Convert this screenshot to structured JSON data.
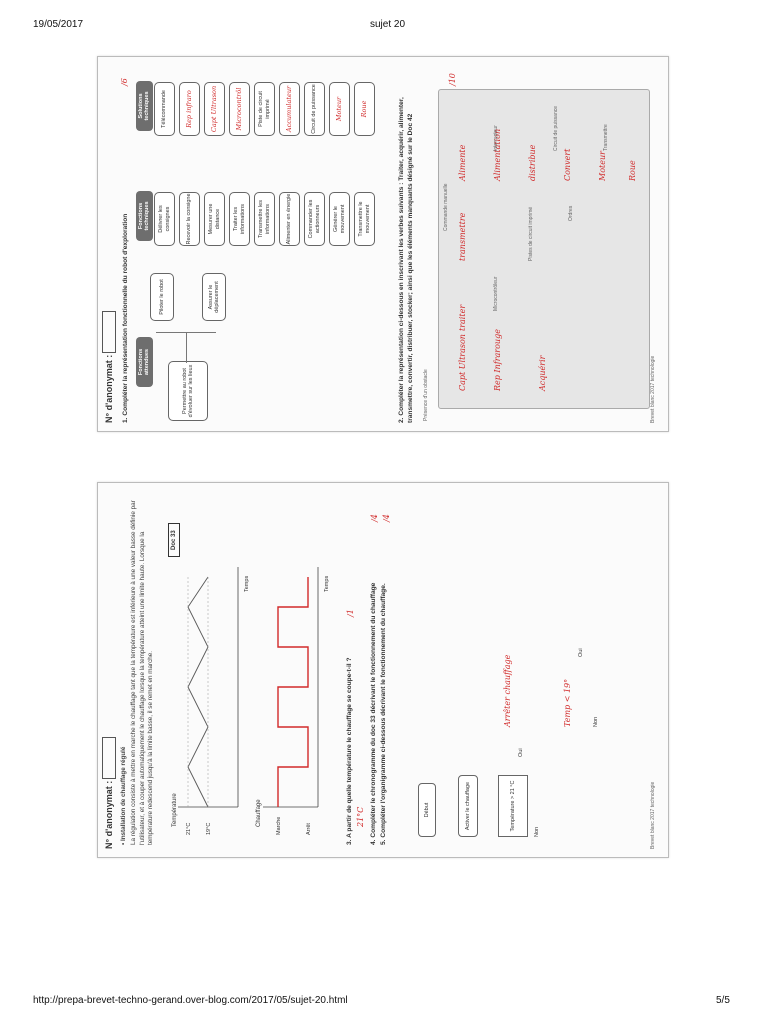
{
  "header": {
    "date": "19/05/2017",
    "title": "sujet 20"
  },
  "footer": {
    "url": "http://prepa-brevet-techno-gerand.over-blog.com/2017/05/sujet-20.html",
    "page": "5/5"
  },
  "page1": {
    "anon_label": "N° d'anonymat :",
    "q1": "1. Compléter la représentation fonctionnelle du robot d'exploration",
    "score1": "/6",
    "tag_fa": "Fonctions attendues",
    "tag_ft": "Fonctions techniques",
    "tag_st": "Solutions techniques",
    "fa_main": "Permettre au robot d'évoluer sur les lieux",
    "ft_a": "Piloter le robot",
    "ft_b": "Assurer le déplacement",
    "ft_rows": [
      "Délivrer les consignes",
      "Recevoir la consigne",
      "Mesurer une distance",
      "Traiter les informations",
      "Transmettre les informations",
      "Alimenter en énergie",
      "Commander les actionneurs",
      "Générer le mouvement",
      "Transmettre le mouvement"
    ],
    "st_rows": [
      "Télécommande",
      "Rep infraro",
      "Capt Ultrason",
      "Microcontrôl",
      "Piste de circuit imprimé",
      "Accumulateur",
      "Circuit de puissance",
      "Moteur",
      "Roue"
    ],
    "q2": "2. Compléter la représentation ci-dessous en inscrivant les verbes suivants : Traiter, acquérir, alimenter, transmettre, convertir, distribuer, stocker; ainsi que les éléments manquants désigné sur le Doc 42",
    "score2": "/10",
    "chain_hw": [
      "Capt Ultrason",
      "traiter",
      "transmettre",
      "Rep Infrarouge",
      "Acquérir",
      "Alimente",
      "Alimentation",
      "distribue",
      "Convert",
      "Moteur",
      "Roue"
    ],
    "chain_labels": [
      "Présence d'un obstacle",
      "Microcontrôleur",
      "Pistes de circuit imprimé",
      "Interrupteur",
      "Circuit de puissance",
      "Commande manuelle",
      "Ordres",
      "Transmettre"
    ],
    "footnote": "Brevet blanc 2017 technologie"
  },
  "page2": {
    "anon_label": "N° d'anonymat :",
    "sec_title": "• Installation de chauffage régulé",
    "sec_text": "La régulation consiste à mettre en marche le chauffage tant que la température est inférieure à une valeur basse définie par l'utilisateur, et à couper automatiquement le chauffage lorsque la température atteint une limite haute. Lorsque la température redescend jusqu'à la limite basse, il se remet en marche.",
    "doc": "Doc 33",
    "chart": {
      "temp_label": "Température",
      "t21": "21°C",
      "t19": "19°C",
      "time_label": "Temps",
      "heat_label": "Chauffage",
      "on_label": "Marche",
      "off_label": "Arrêt"
    },
    "q3": "3. A partir de quelle température le chauffage se coupe-t-il ?",
    "q3_answer": "21°C",
    "q3_score": "/1",
    "q4": "4. Compléter le chronogramme du doc 33 décrivant le fonctionnement du chauffage",
    "q4_score": "/4",
    "q5": "5. Compléter l'organigramme ci-dessous décrivant le fonctionnement du chauffage.",
    "q5_score": "/4",
    "flow": {
      "start": "Début",
      "activate": "Activer le chauffage",
      "cond1": "Température > 21 °C",
      "yes": "Oui",
      "no": "Non",
      "stop_hw": "Arrêter chauffage",
      "cond2_hw": "Temp < 19°"
    },
    "footnote": "Brevet blanc 2017 technologie"
  }
}
